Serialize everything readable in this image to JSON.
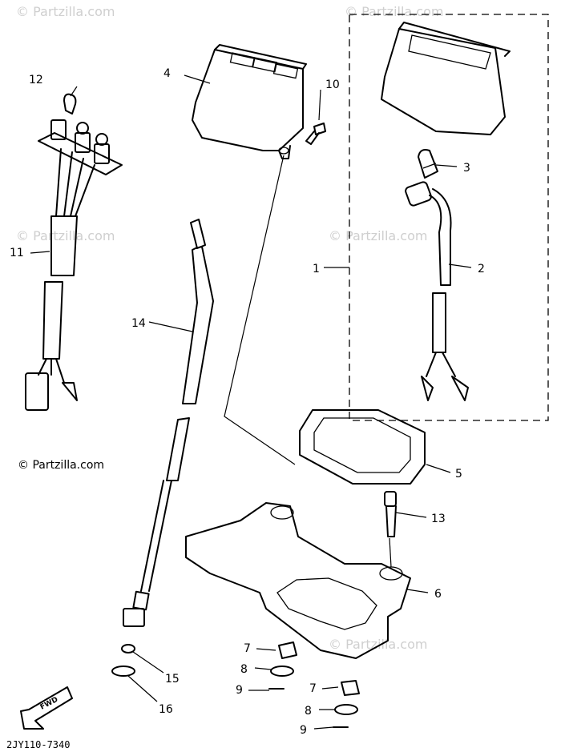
{
  "watermark": "© Partzilla.com",
  "figure_code": "2JY110-7340",
  "fwd_label": "FWD",
  "callouts": {
    "c1": "1",
    "c2": "2",
    "c3": "3",
    "c4": "4",
    "c5": "5",
    "c6": "6",
    "c7a": "7",
    "c7b": "7",
    "c8a": "8",
    "c8b": "8",
    "c9a": "9",
    "c9b": "9",
    "c10": "10",
    "c11": "11",
    "c12": "12",
    "c13": "13",
    "c14": "14",
    "c15": "15",
    "c16": "16"
  },
  "colors": {
    "line": "#000000",
    "watermark": "#cfcfcf",
    "background": "#ffffff"
  }
}
